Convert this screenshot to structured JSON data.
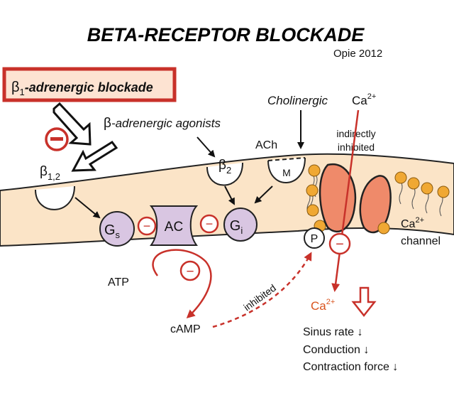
{
  "title": "BETA-RECEPTOR BLOCKADE",
  "citation": "Opie 2012",
  "blockade_box": {
    "symbol": "β",
    "subscript": "1",
    "text": "-adrenergic blockade",
    "border_color": "#c8312a",
    "fill_color": "#fde3d2"
  },
  "labels": {
    "beta12_symbol": "β",
    "beta12_sub": "1,2",
    "agonists_symbol": "β",
    "agonists_text": "-adrenergic agonists",
    "beta2_symbol": "β",
    "beta2_sub": "2",
    "cholinergic": "Cholinergic",
    "ach": "ACh",
    "m_receptor": "M",
    "ca_top": "Ca",
    "ca_top_sup": "2+",
    "indirectly_line1": "indirectly",
    "indirectly_line2": "inhibited",
    "ca_channel_ca": "Ca",
    "ca_channel_sup": "2+",
    "ca_channel_word": "channel",
    "gs": "G",
    "gs_sub": "s",
    "ac": "AC",
    "gi": "G",
    "gi_sub": "i",
    "p": "P",
    "atp": "ATP",
    "camp": "cAMP",
    "inhibited": "inhibited",
    "ca_bottom": "Ca",
    "ca_bottom_sup": "2+",
    "minus": "−"
  },
  "effects": [
    "Sinus rate ↓",
    "Conduction ↓",
    "Contraction force ↓"
  ],
  "colors": {
    "membrane": "#fbe4c7",
    "g_protein": "#d9c6e2",
    "accent_red": "#c8312a",
    "lipid_head": "#f0a833",
    "channel": "#ef8a6a",
    "calcium_text": "#d9541e"
  }
}
